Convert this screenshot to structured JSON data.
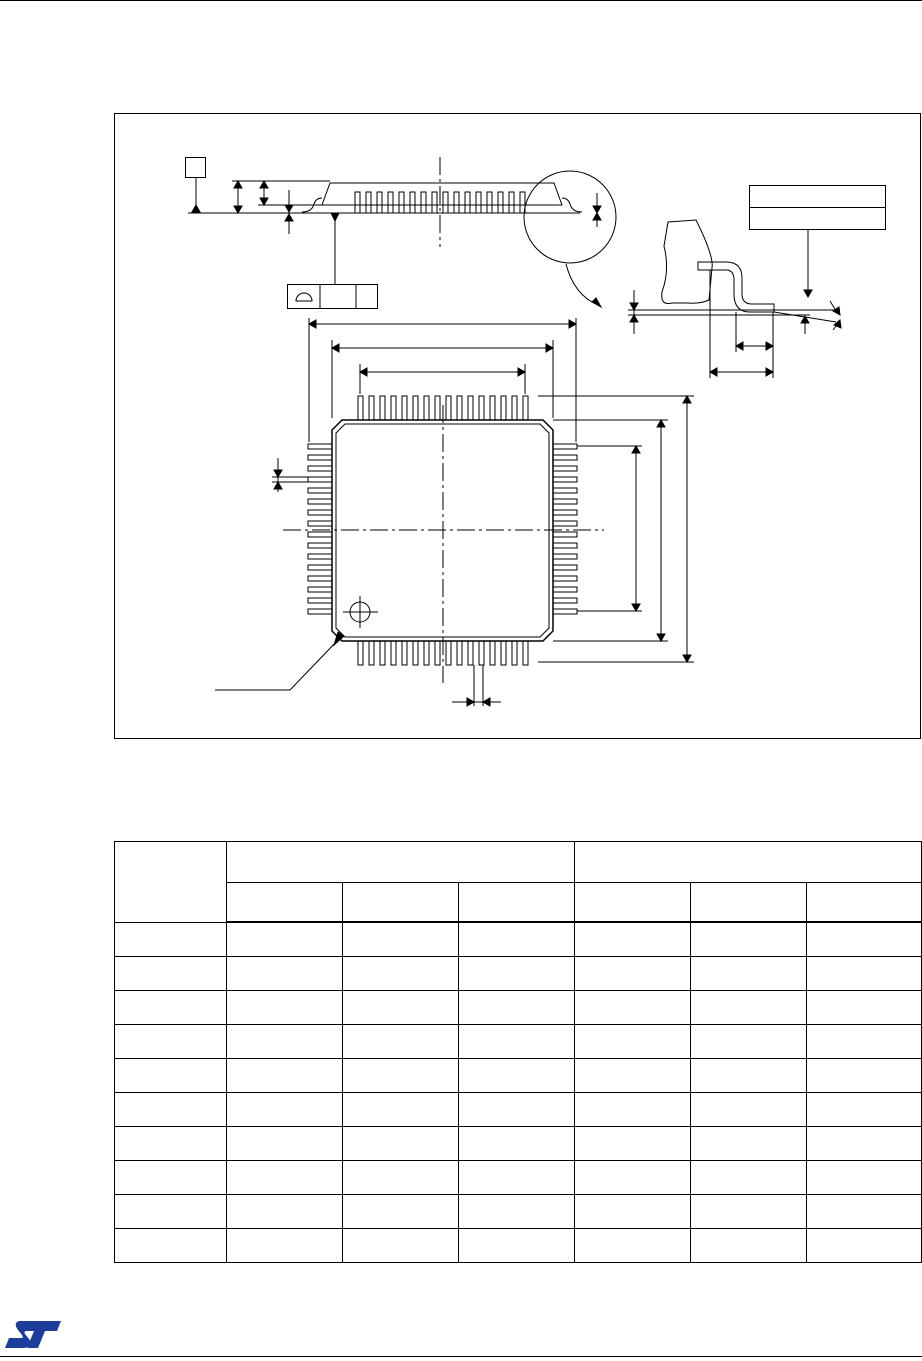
{
  "header": {
    "rule": true
  },
  "figure": {
    "type": "package-outline-drawing",
    "description_visible_text": ""
  },
  "table": {
    "rows": 10,
    "cols": 7,
    "cells": []
  },
  "footer": {
    "logo": "st-logo-icon"
  }
}
